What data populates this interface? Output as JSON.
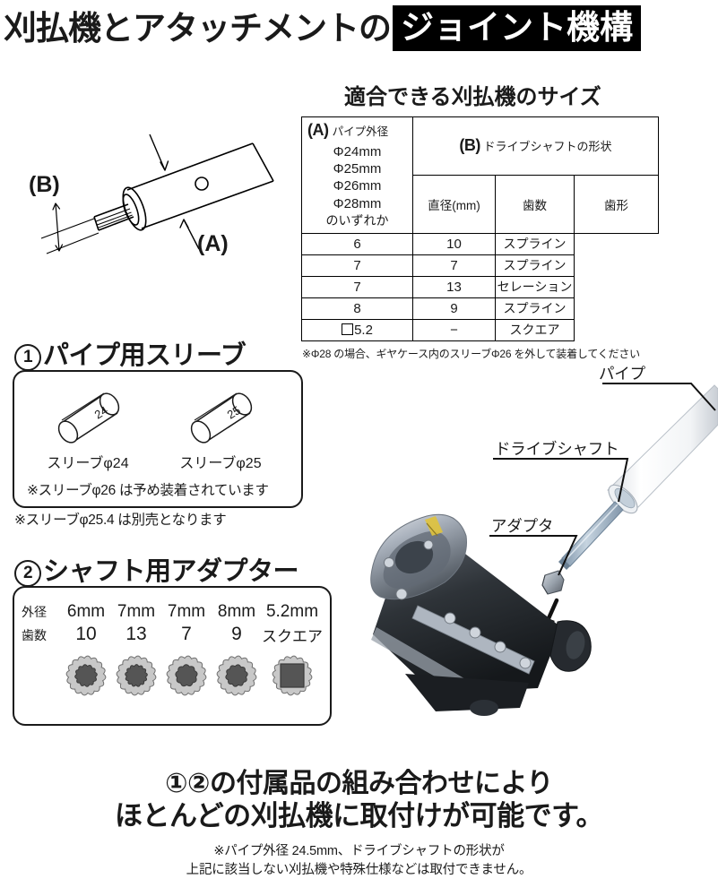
{
  "title": {
    "plain_part": "刈払機とアタッチメントの",
    "highlight_part": "ジョイント機構"
  },
  "tech_diagram": {
    "label_a": "(A)",
    "label_b": "(B)"
  },
  "spec_table": {
    "heading": "適合できる刈払機のサイズ",
    "col_a_mark": "(A)",
    "col_a_label": "パイプ外径",
    "col_b_mark": "(B)",
    "col_b_label": "ドライブシャフトの形状",
    "sub_headers": [
      "直径(mm)",
      "歯数",
      "歯形"
    ],
    "pipe_sizes": [
      "Φ24mm",
      "Φ25mm",
      "Φ26mm",
      "Φ28mm"
    ],
    "pipe_suffix": "のいずれか",
    "rows": [
      {
        "diameter": "6",
        "teeth": "10",
        "shape": "スプライン",
        "square": false
      },
      {
        "diameter": "7",
        "teeth": "7",
        "shape": "スプライン",
        "square": false
      },
      {
        "diameter": "7",
        "teeth": "13",
        "shape": "セレーション",
        "square": false
      },
      {
        "diameter": "8",
        "teeth": "9",
        "shape": "スプライン",
        "square": false
      },
      {
        "diameter": "5.2",
        "teeth": "−",
        "shape": "スクエア",
        "square": true
      }
    ],
    "note": "※Φ28 の場合、ギヤケース内のスリーブΦ26 を外して装着してください"
  },
  "section1": {
    "number": "①",
    "heading": "パイプ用スリーブ",
    "sleeves": [
      {
        "mark": "24",
        "caption": "スリーブφ24"
      },
      {
        "mark": "25",
        "caption": "スリーブφ25"
      }
    ],
    "note_inner": "※スリーブφ26 は予め装着されています",
    "note_outer": "※スリーブφ25.4 は別売となります"
  },
  "section2": {
    "number": "②",
    "heading": "シャフト用アダプター",
    "row_label_od": "外径",
    "row_label_teeth": "歯数",
    "adapters": [
      {
        "outer_diameter": "6mm",
        "teeth": "10",
        "type": "gear",
        "inner_teeth": 12
      },
      {
        "outer_diameter": "7mm",
        "teeth": "13",
        "type": "gear",
        "inner_teeth": 13
      },
      {
        "outer_diameter": "7mm",
        "teeth": "7",
        "type": "gear",
        "inner_teeth": 9
      },
      {
        "outer_diameter": "8mm",
        "teeth": "9",
        "type": "gear",
        "inner_teeth": 10
      },
      {
        "outer_diameter": "5.2mm",
        "teeth": "スクエア",
        "type": "square",
        "inner_teeth": 0
      }
    ]
  },
  "photo": {
    "label_pipe": "パイプ",
    "label_drive_shaft": "ドライブシャフト",
    "label_adapter": "アダプタ"
  },
  "conclusion": {
    "line1": "①②の付属品の組み合わせにより",
    "line2": "ほとんどの刈払機に取付けが可能です。",
    "note1": "※パイプ外径 24.5mm、ドライブシャフトの形状が",
    "note2": "上記に該当しない刈払機や特殊仕様などは取付できません。"
  },
  "colors": {
    "red": "#d41f1f",
    "black": "#000000",
    "gear_outer": "#c8c8c8",
    "gear_inner": "#555555"
  }
}
